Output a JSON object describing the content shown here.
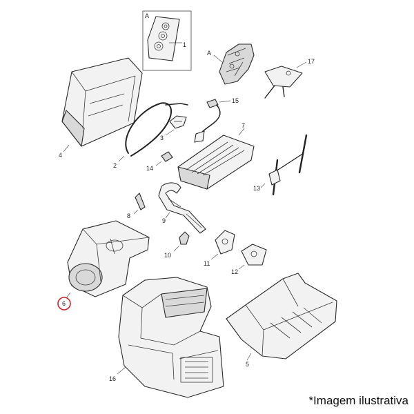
{
  "callouts": {
    "inset_letter": "A",
    "c1": "1",
    "cA": "A",
    "c2": "2",
    "c3": "3",
    "c4": "4",
    "c5": "5",
    "c6": "6",
    "c7": "7",
    "c8": "8",
    "c9": "9",
    "c10": "10",
    "c11": "11",
    "c12": "12",
    "c13": "13",
    "c14": "14",
    "c15": "15",
    "c16": "16",
    "c17": "17"
  },
  "highlighted_callout": "6",
  "caption": "*Imagem ilustrativa",
  "colors": {
    "highlight": "#d2232a",
    "line": "#2a2a2a"
  }
}
